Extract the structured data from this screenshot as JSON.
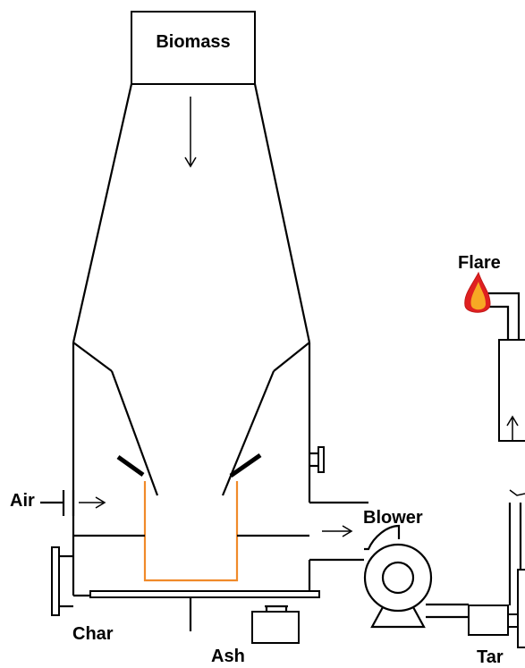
{
  "labels": {
    "biomass": "Biomass",
    "air": "Air",
    "char": "Char",
    "ash": "Ash",
    "blower": "Blower",
    "tar": "Tar",
    "flare": "Flare"
  },
  "colors": {
    "outline": "#000000",
    "grate_liner": "#f08a2a",
    "flame_outer": "#e02020",
    "flame_inner": "#f7a824",
    "background": "#ffffff"
  },
  "icons": {
    "flare": "flame-icon",
    "blower": "blower-fan-icon"
  }
}
